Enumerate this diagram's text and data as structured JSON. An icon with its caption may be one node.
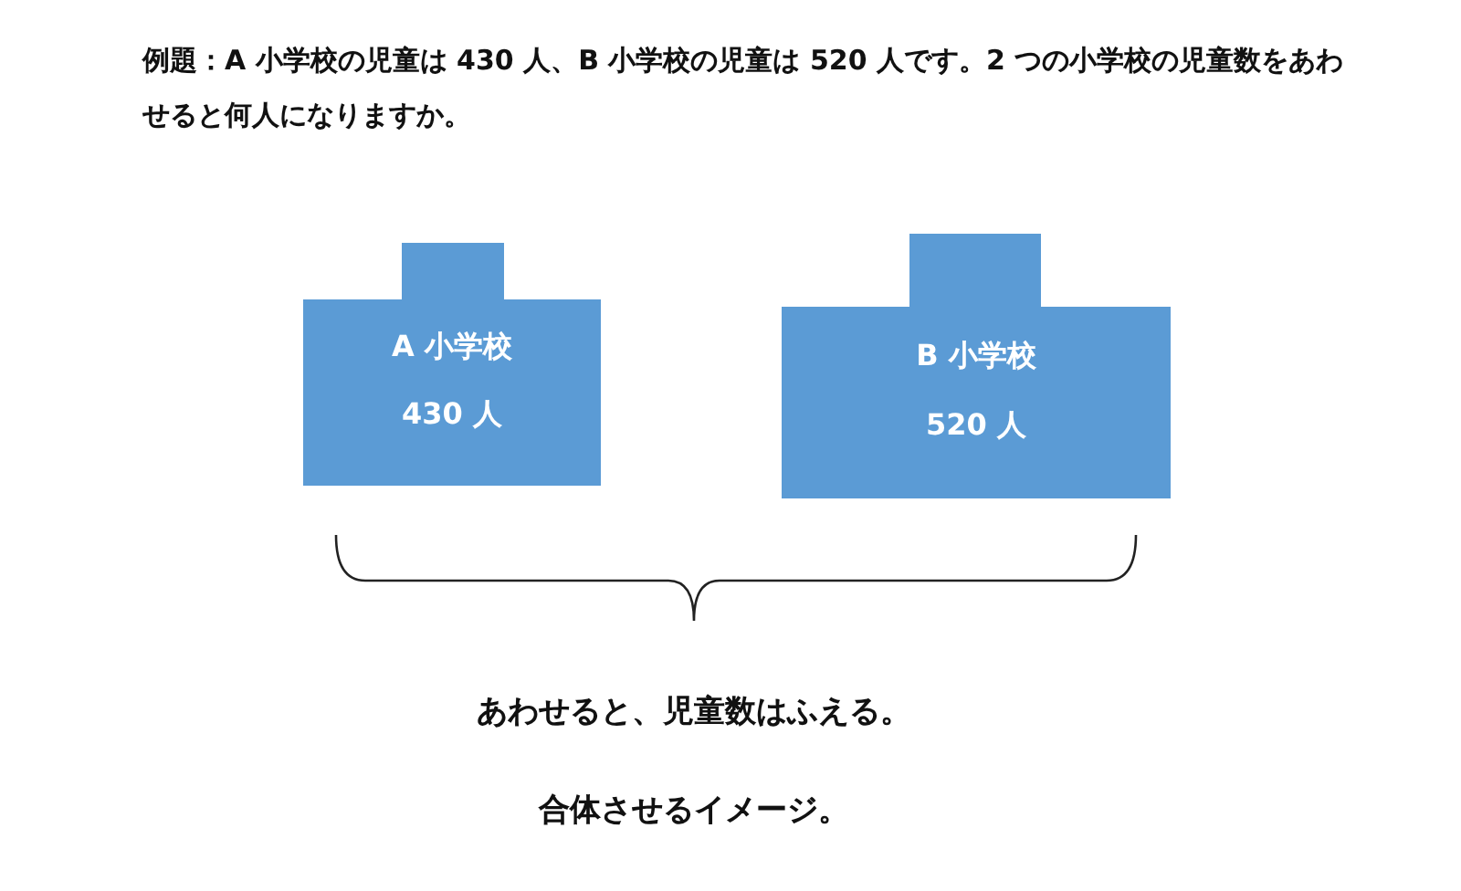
{
  "diagram": {
    "title": "例題：A 小学校の児童は 430 人、B 小学校の児童は 520 人です。2 つの小学校の児童数をあわせると何人になりますか。",
    "nodes": [
      {
        "text": [
          "A 小学校",
          "430 人"
        ]
      },
      {
        "text": [
          "B 小学校",
          "520 人"
        ]
      }
    ],
    "labels": [
      "あわせると、児童数はふえる。",
      "合体させるイメージ。"
    ]
  }
}
